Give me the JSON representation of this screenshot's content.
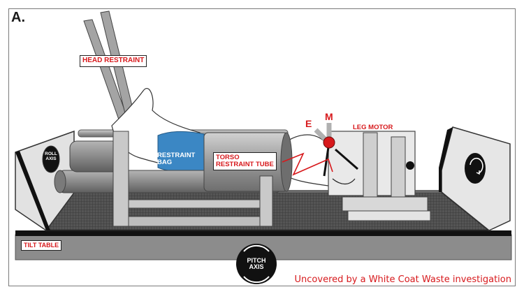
{
  "figure": {
    "panel_letter": "A.",
    "credit": "Uncovered by a White Coat Waste investigation"
  },
  "labels": {
    "head_restraint": "HEAD RESTRAINT",
    "restraint_bag_line1": "RESTRAINT",
    "restraint_bag_line2": "BAG",
    "torso_line1": "TORSO",
    "torso_line2": "RESTRAINT TUBE",
    "leg_motor": "LEG MOTOR",
    "e_marker": "E",
    "m_marker": "M",
    "tilt_table": "TILT TABLE",
    "roll_axis_line1": "ROLL",
    "roll_axis_line2": "AXIS",
    "pitch_axis_line1": "PITCH",
    "pitch_axis_line2": "AXIS"
  },
  "colors": {
    "accent_red": "#d7191c",
    "bag_blue": "#3b87c4",
    "metal_gray": "#9a9a9a",
    "floor_dark": "#4a4a4a"
  }
}
